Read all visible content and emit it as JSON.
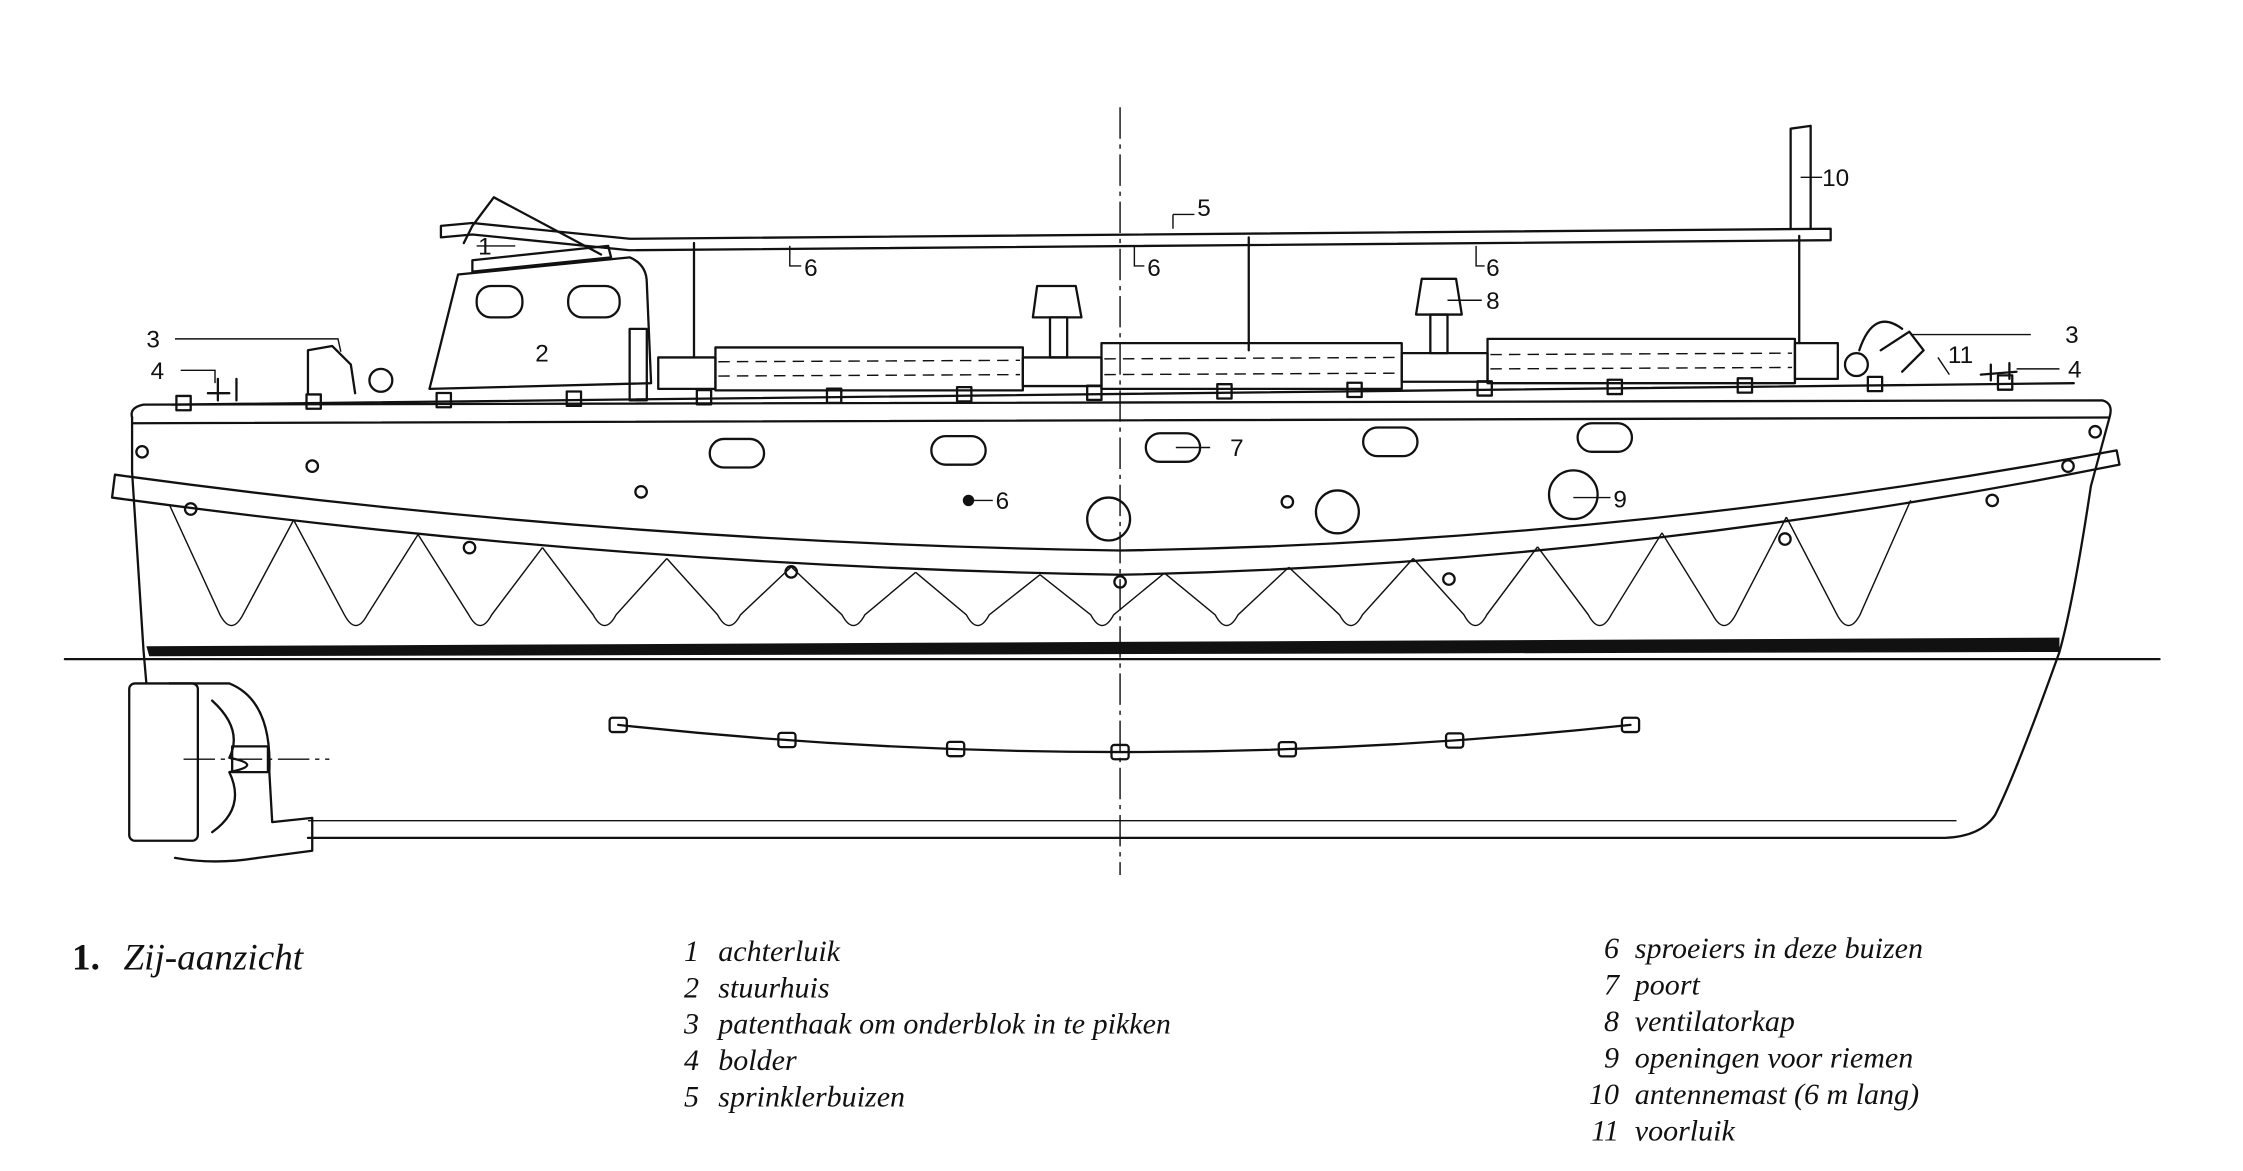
{
  "figure": {
    "number": "1.",
    "title": "Zij-aanzicht"
  },
  "legend_left": [
    {
      "num": "1",
      "label": "achterluik"
    },
    {
      "num": "2",
      "label": "stuurhuis"
    },
    {
      "num": "3",
      "label": "patenthaak om onderblok in te pikken"
    },
    {
      "num": "4",
      "label": "bolder"
    },
    {
      "num": "5",
      "label": "sprinklerbuizen"
    }
  ],
  "legend_right": [
    {
      "num": "6",
      "label": "sproeiers in deze buizen"
    },
    {
      "num": "7",
      "label": "poort"
    },
    {
      "num": "8",
      "label": "ventilatorkap"
    },
    {
      "num": "9",
      "label": "openingen voor riemen"
    },
    {
      "num": "10",
      "label": "antennemast (6 m lang)"
    },
    {
      "num": "11",
      "label": "voorluik"
    }
  ],
  "callouts": {
    "c1": "1",
    "c2": "2",
    "c3a": "3",
    "c4a": "4",
    "c5": "5",
    "c6a": "6",
    "c6b": "6",
    "c6c": "6",
    "c6d": "6",
    "c7": "7",
    "c8": "8",
    "c9": "9",
    "c10": "10",
    "c11": "11",
    "c3b": "3",
    "c4b": "4"
  }
}
